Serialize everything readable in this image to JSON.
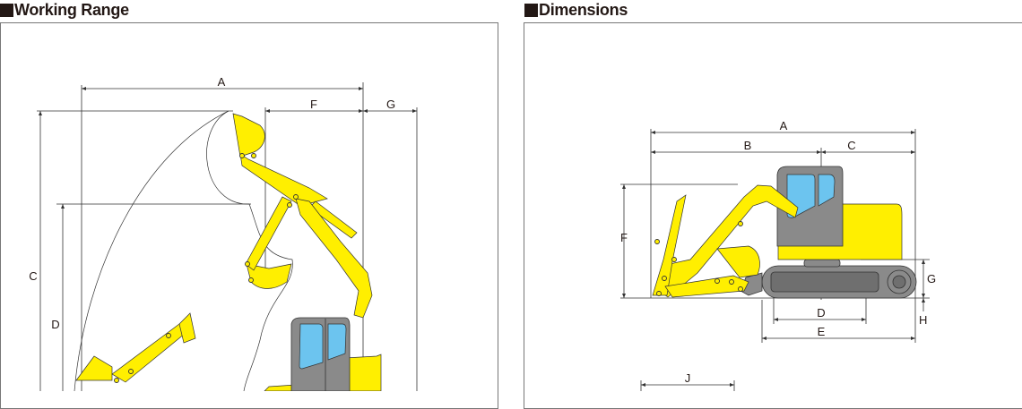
{
  "working_range": {
    "title": "Working Range",
    "labels": {
      "A": "A",
      "C": "C",
      "D": "D",
      "F": "F",
      "G": "G"
    }
  },
  "dimensions": {
    "title": "Dimensions",
    "labels": {
      "A": "A",
      "B": "B",
      "C": "C",
      "D": "D",
      "E": "E",
      "F": "F",
      "G": "G",
      "H": "H",
      "J": "J"
    }
  },
  "colors": {
    "machine_yellow": "#ffef00",
    "cab_gray": "#8a8a8a",
    "glass_blue": "#6cc4ef",
    "header_square": "#231815"
  }
}
